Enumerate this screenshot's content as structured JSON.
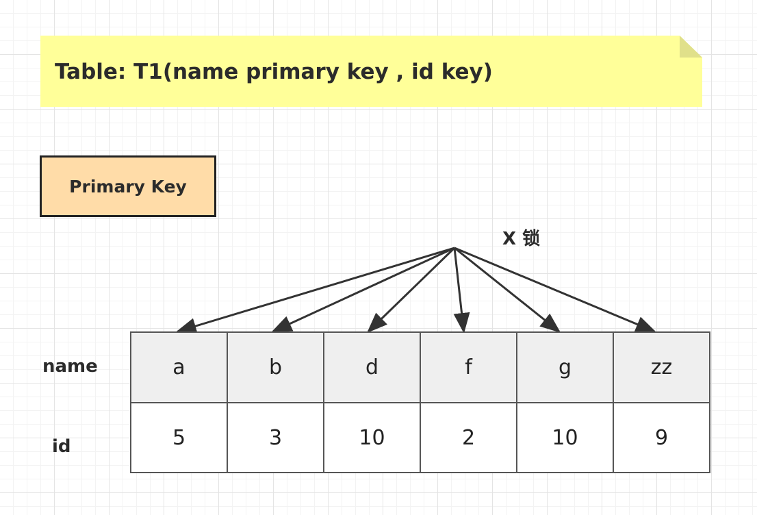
{
  "note": {
    "title": "Table: T1(name primary key , id  key)"
  },
  "index_box": {
    "label": "Primary Key"
  },
  "lock": {
    "label": "X 锁"
  },
  "row_labels": {
    "name": "name",
    "id": "id"
  },
  "records": [
    {
      "name": "a",
      "id": "5"
    },
    {
      "name": "b",
      "id": "3"
    },
    {
      "name": "d",
      "id": "10"
    },
    {
      "name": "f",
      "id": "2"
    },
    {
      "name": "g",
      "id": "10"
    },
    {
      "name": "zz",
      "id": "9"
    }
  ],
  "colors": {
    "note_fill": "#ffff99",
    "index_box_fill": "#ffdca8",
    "name_row_fill": "#efefef",
    "arrow": "#333333"
  }
}
